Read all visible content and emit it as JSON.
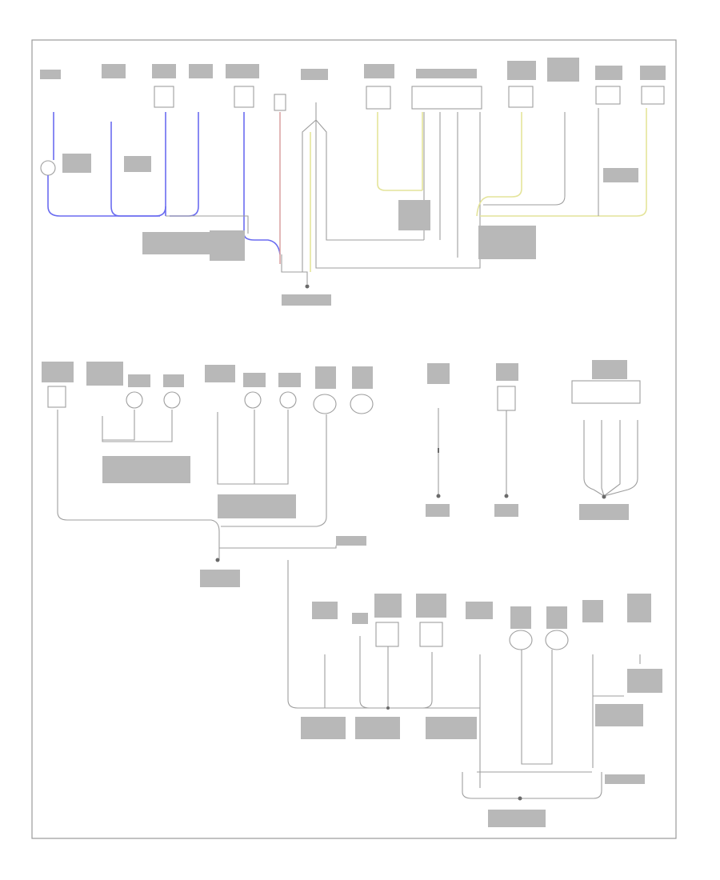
{
  "diagram": {
    "footer_code": "",
    "colors": {
      "wire_default": "#9e9e9e",
      "wire_blue": "#6a6cf0",
      "wire_yellow": "#e4e49a",
      "wire_red": "#d79a9a"
    },
    "ground_points": [
      "ground-g101",
      "ground-g102",
      "ground-g103",
      "ground-g104",
      "ground-g105",
      "ground-g106",
      "ground-g107"
    ],
    "sections": [
      "upper-harness",
      "middle-harness",
      "lower-harness"
    ]
  }
}
